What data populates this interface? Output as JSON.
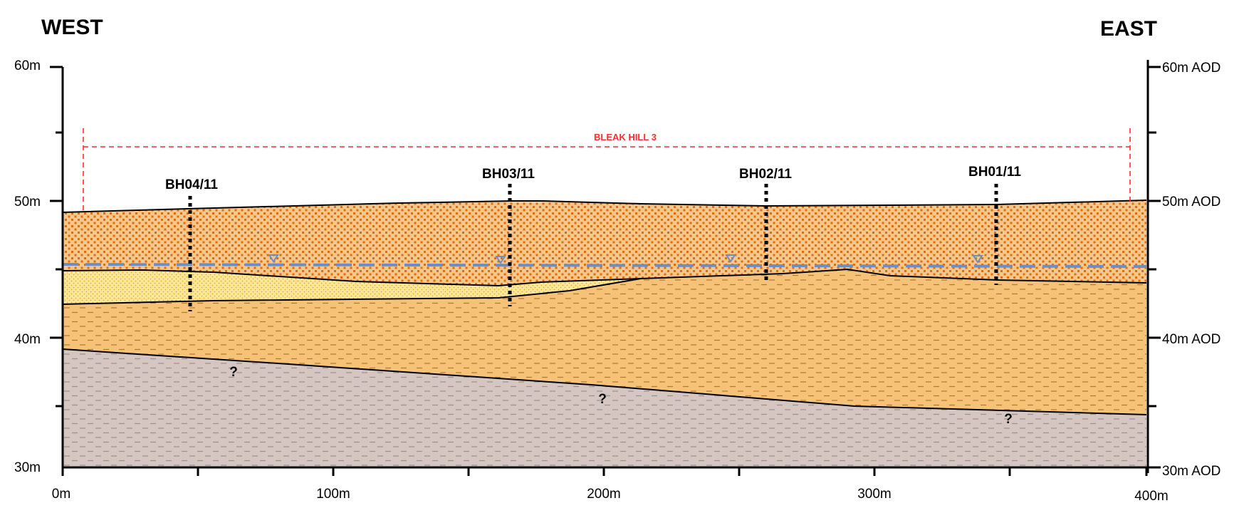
{
  "header": {
    "west": "WEST",
    "east": "EAST"
  },
  "site": {
    "label": "BLEAK HILL 3",
    "color": "#ff2a2a"
  },
  "axes": {
    "left_ticks": [
      {
        "value": 60,
        "label": "60m"
      },
      {
        "value": 50,
        "label": "50m"
      },
      {
        "value": 40,
        "label": "40m"
      },
      {
        "value": 30,
        "label": "30m"
      }
    ],
    "right_ticks": [
      {
        "value": 60,
        "label": "60m AOD"
      },
      {
        "value": 50,
        "label": "50m AOD"
      },
      {
        "value": 40,
        "label": "40m AOD"
      },
      {
        "value": 30,
        "label": "30m AOD"
      }
    ],
    "x_ticks": [
      {
        "value": 0,
        "label": "0m"
      },
      {
        "value": 100,
        "label": "100m"
      },
      {
        "value": 200,
        "label": "200m"
      },
      {
        "value": 300,
        "label": "300m"
      },
      {
        "value": 400,
        "label": "400m"
      }
    ]
  },
  "boreholes": [
    {
      "id": "BH04/11",
      "chainage": 47
    },
    {
      "id": "BH03/11",
      "chainage": 165
    },
    {
      "id": "BH02/11",
      "chainage": 260
    },
    {
      "id": "BH01/11",
      "chainage": 345
    }
  ],
  "uncertainty_marks": [
    "?",
    "?",
    "?"
  ],
  "colors": {
    "made_ground": "#f6c88e",
    "made_ground_dots": "#e46c0a",
    "sand": "#ffe699",
    "clay": "#f5c278",
    "bedrock": "#d5c6c2",
    "water_table": "#6a8fc8"
  }
}
